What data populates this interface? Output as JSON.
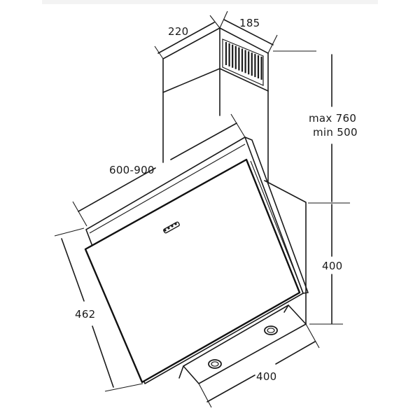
{
  "dimensions": {
    "chimney_width": "220",
    "chimney_depth": "185",
    "height_max": "max 760",
    "height_min": "min 500",
    "body_width": "600-900",
    "glass_height": "462",
    "body_height": "400",
    "base_depth": "400"
  },
  "colors": {
    "line": "#1a1a1a",
    "background": "#ffffff"
  },
  "icons": [
    "control-buttons-icon",
    "halogen-light-icon",
    "vent-grille-icon"
  ]
}
